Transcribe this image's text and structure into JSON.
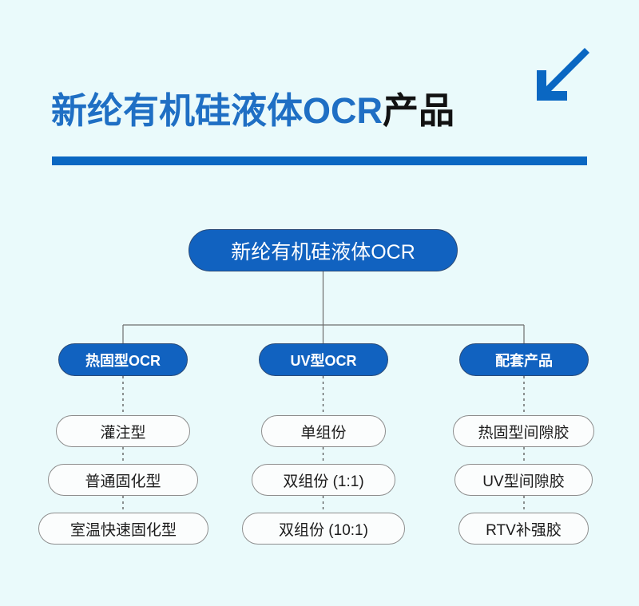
{
  "header": {
    "title_accent": "新纶有机硅液体OCR",
    "title_plain": "产品",
    "arrow_icon": "arrow-down-left-icon",
    "accent_color": "#1f6fc4",
    "rule_color": "#0a67c2",
    "background_color": "#eafafb"
  },
  "chart_data": {
    "type": "diagram",
    "diagram_kind": "tree",
    "title": "新纶有机硅液体OCR产品",
    "root": {
      "label": "新纶有机硅液体OCR",
      "style": "filled-blue-pill"
    },
    "branches": [
      {
        "label": "热固型OCR",
        "style": "filled-blue-pill",
        "children": [
          {
            "label": "灌注型",
            "style": "outline-pill"
          },
          {
            "label": "普通固化型",
            "style": "outline-pill"
          },
          {
            "label": "室温快速固化型",
            "style": "outline-pill"
          }
        ]
      },
      {
        "label": "UV型OCR",
        "style": "filled-blue-pill",
        "children": [
          {
            "label": "单组份",
            "style": "outline-pill"
          },
          {
            "label": "双组份 (1:1)",
            "style": "outline-pill"
          },
          {
            "label": "双组份 (10:1)",
            "style": "outline-pill"
          }
        ]
      },
      {
        "label": "配套产品",
        "style": "filled-blue-pill",
        "children": [
          {
            "label": "热固型间隙胶",
            "style": "outline-pill"
          },
          {
            "label": "UV型间隙胶",
            "style": "outline-pill"
          },
          {
            "label": "RTV补强胶",
            "style": "outline-pill"
          }
        ]
      }
    ],
    "connector_styles": {
      "root_to_branch": "solid-gray",
      "branch_to_leaf": "dashed-gray",
      "leaf_to_leaf": "dashed-gray"
    },
    "node_fill": "#1162c0",
    "node_text_light": "#ffffff",
    "leaf_fill": "#fbfdfd",
    "leaf_border": "#8d8d8d",
    "leaf_text": "#1c1c1c"
  }
}
